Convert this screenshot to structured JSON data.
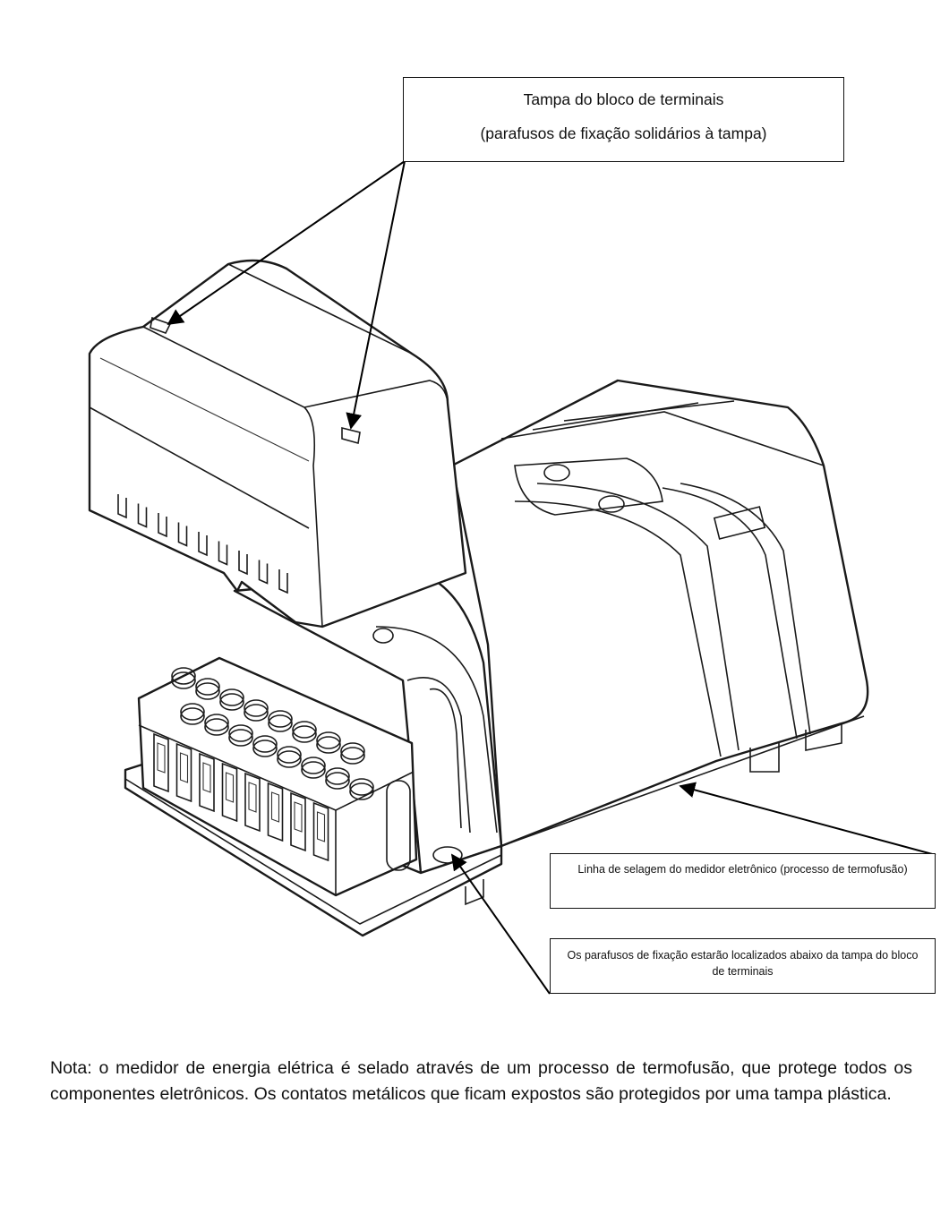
{
  "callouts": {
    "terminal_cover": {
      "title": "Tampa do bloco de terminais",
      "subtitle": "(parafusos de fixação solidários à tampa)"
    },
    "seal_line": {
      "text": "Linha de selagem do medidor eletrônico (processo de termofusão)"
    },
    "fixing_screws": {
      "text": "Os parafusos de fixação estarão localizados abaixo da tampa do bloco de terminais"
    }
  },
  "note": {
    "text": "Nota: o medidor de energia elétrica é selado através de um processo de termofusão, que protege todos os componentes eletrônicos. Os contatos metálicos que ficam expostos são protegidos por uma tampa plástica."
  },
  "colors": {
    "line": "#1a1a1a",
    "background": "#ffffff"
  }
}
